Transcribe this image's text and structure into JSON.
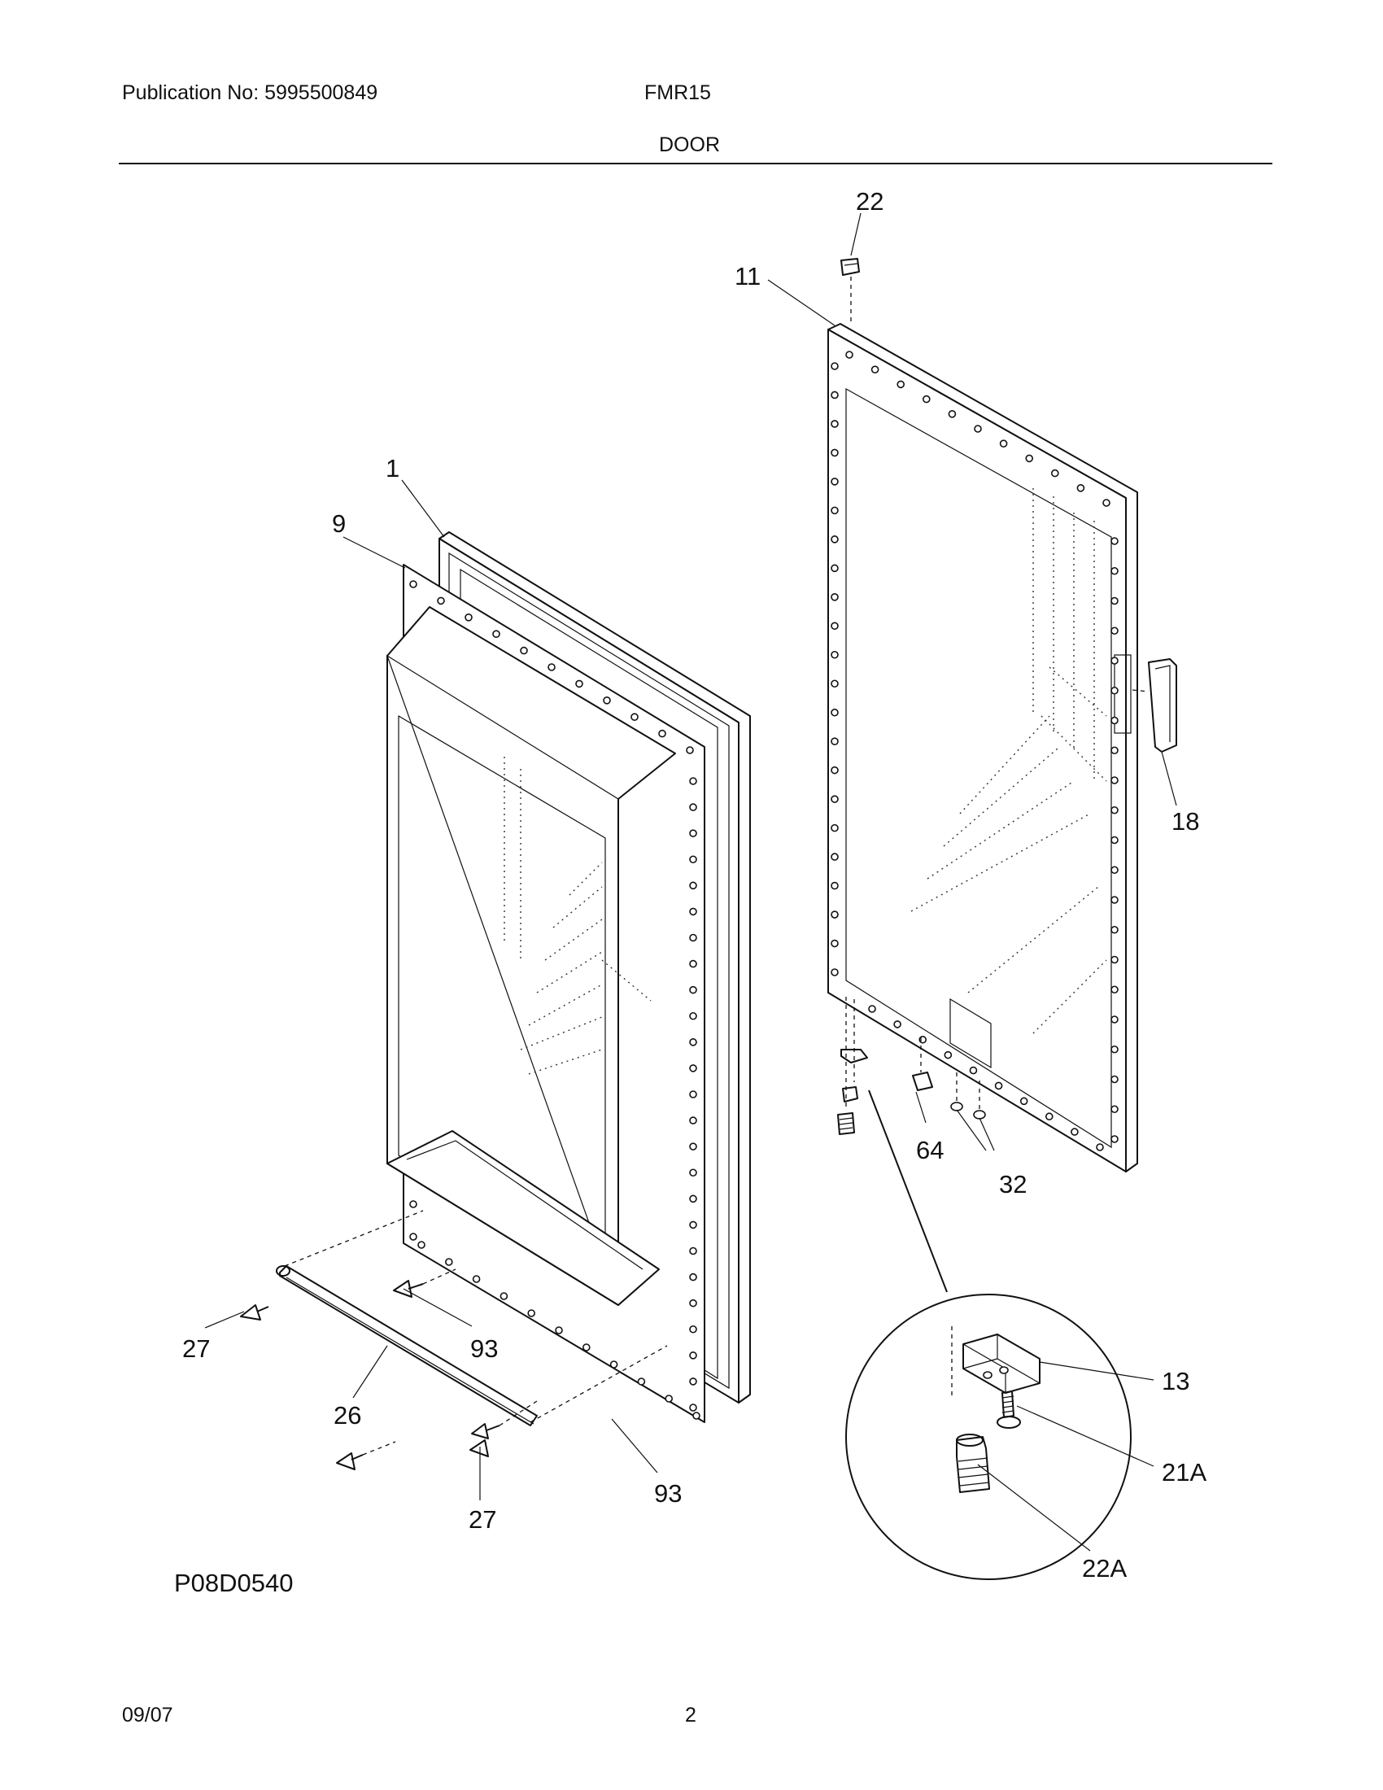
{
  "header": {
    "publication": "Publication No: 5995500849",
    "model": "FMR15",
    "section": "DOOR"
  },
  "diagram": {
    "callouts": {
      "c22": "22",
      "c11": "11",
      "c1": "1",
      "c9": "9",
      "c18": "18",
      "c64": "64",
      "c32": "32",
      "c13": "13",
      "c21a": "21A",
      "c22a": "22A",
      "c27a": "27",
      "c93a": "93",
      "c26": "26",
      "c27b": "27",
      "c93b": "93"
    },
    "code": "P08D0540"
  },
  "footer": {
    "date": "09/07",
    "page": "2"
  }
}
